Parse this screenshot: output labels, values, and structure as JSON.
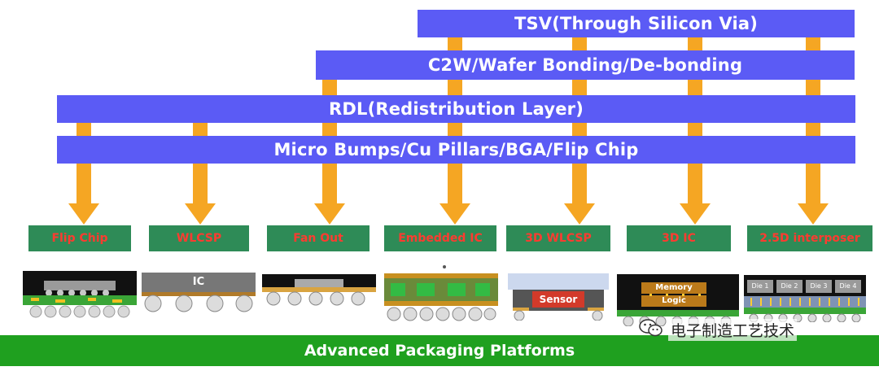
{
  "layers": [
    {
      "text": "TSV(Through Silicon Via)"
    },
    {
      "text": "C2W/Wafer Bonding/De-bonding"
    },
    {
      "text": "RDL(Redistribution Layer)"
    },
    {
      "text": "Micro Bumps/Cu Pillars/BGA/Flip Chip"
    }
  ],
  "packages": [
    {
      "label": "Flip Chip"
    },
    {
      "label": "WLCSP",
      "die_text": "IC"
    },
    {
      "label": "Fan Out"
    },
    {
      "label": "Embedded IC"
    },
    {
      "label": "3D WLCSP",
      "die_text": "Sensor"
    },
    {
      "label": "3D IC",
      "die_text_top": "Memory",
      "die_text_bottom": "Logic"
    },
    {
      "label": "2.5D interposer",
      "dies": [
        "Die 1",
        "Die 2",
        "Die 3",
        "Die 4"
      ]
    }
  ],
  "platform": {
    "text": "Advanced Packaging Platforms"
  },
  "watermark": {
    "icon": "wechat-icon",
    "text": "电子制造工艺技术"
  },
  "colors": {
    "band": "#5b5bf5",
    "arrow": "#f5a623",
    "label_bg": "#2e8b57",
    "label_text": "#ff3b30",
    "platform": "#1fa01f"
  }
}
